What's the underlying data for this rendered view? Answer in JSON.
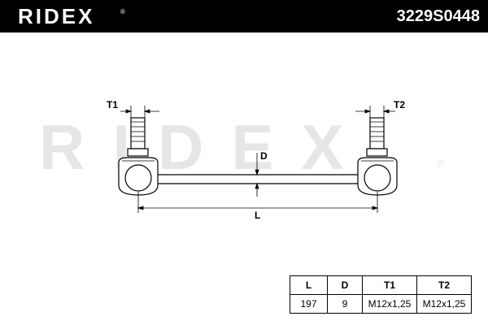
{
  "header": {
    "brand": "RIDEX",
    "brand_mark": "®",
    "part_number": "3229S0448"
  },
  "watermark": {
    "text": "RIDEX",
    "mark": "®"
  },
  "drawing": {
    "labels": {
      "t1": "T1",
      "t2": "T2",
      "d": "D",
      "l": "L"
    }
  },
  "spec_table": {
    "headers": [
      "L",
      "D",
      "T1",
      "T2"
    ],
    "values": [
      "197",
      "9",
      "M12x1,25",
      "M12x1,25"
    ]
  },
  "colors": {
    "header_bg": "#000000",
    "header_text": "#ffffff",
    "watermark": "#e6e6e6",
    "line": "#000000"
  }
}
